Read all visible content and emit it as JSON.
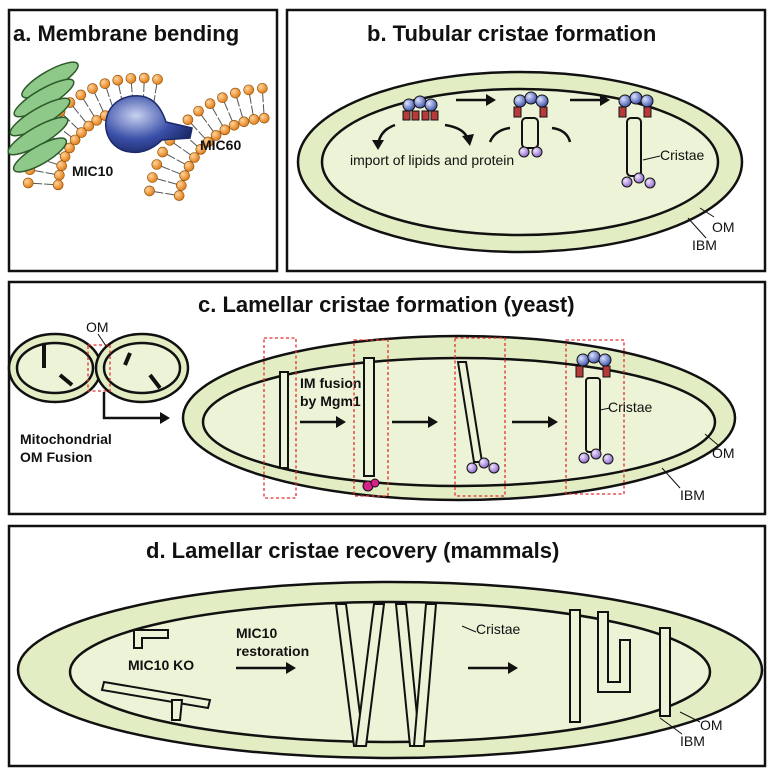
{
  "panels": {
    "a": {
      "title": "a. Membrane bending",
      "labels": {
        "mic10": "MIC10",
        "mic60": "MIC60"
      }
    },
    "b": {
      "title": "b. Tubular cristae formation",
      "labels": {
        "import": "import of lipids and protein",
        "cristae": "Cristae",
        "om": "OM",
        "ibm": "IBM"
      }
    },
    "c": {
      "title": "c. Lamellar cristae formation (yeast)",
      "labels": {
        "om_small": "OM",
        "fusion_line1": "Mitochondrial",
        "fusion_line2": "OM Fusion",
        "im_fusion_line1": "IM fusion",
        "im_fusion_line2": "by Mgm1",
        "cristae": "Cristae",
        "om": "OM",
        "ibm": "IBM"
      }
    },
    "d": {
      "title": "d. Lamellar cristae recovery (mammals)",
      "labels": {
        "ko": "MIC10 KO",
        "restoration_line1": "MIC10",
        "restoration_line2": "restoration",
        "cristae": "Cristae",
        "om": "OM",
        "ibm": "IBM"
      }
    }
  },
  "colors": {
    "mito_fill": "#e3edc3",
    "lipid_head": "#f08c1e",
    "mic10": "#8fc98a",
    "mic60": "#3a4fa8",
    "highlight": "#e03030",
    "mgm1": "#d6208a",
    "complex_purple": "#9a7ad0"
  }
}
